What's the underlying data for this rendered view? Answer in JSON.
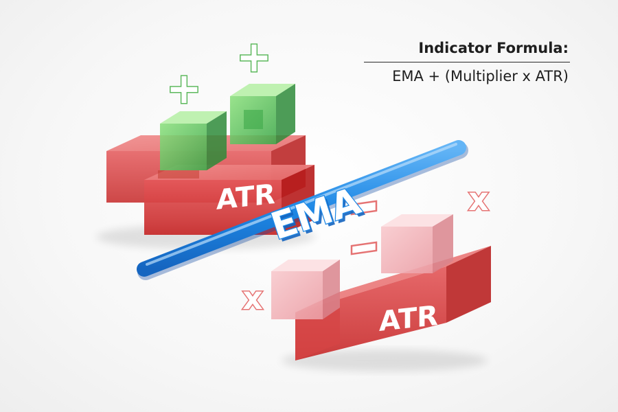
{
  "formula": {
    "title": "Indicator Formula:",
    "expression": "EMA + (Multiplier x ATR)"
  },
  "labels": {
    "ema": "EMA",
    "atr_upper": "ATR",
    "atr_lower": "ATR"
  },
  "symbols": {
    "plus_left": "+",
    "plus_right": "+",
    "times_right": "x",
    "times_left": "x",
    "minus": "-"
  },
  "colors": {
    "ema_line": "#1e88e5",
    "atr_block": "#e53935",
    "plus_cube": "#43a047",
    "minus_cube": "#f4a6ad"
  }
}
